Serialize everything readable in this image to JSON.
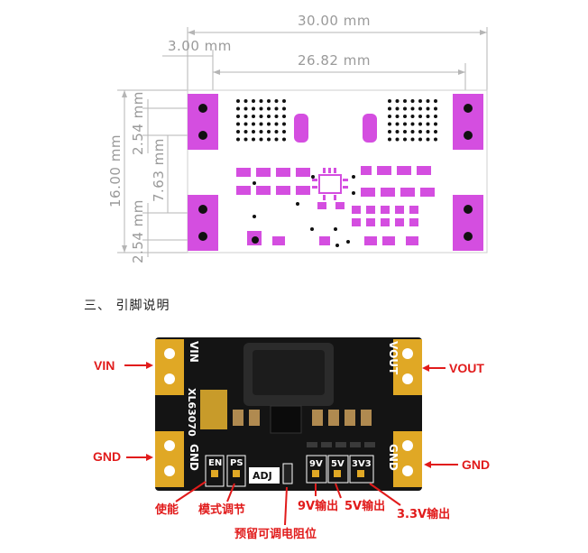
{
  "drawing": {
    "dim_total_width": "30.00 mm",
    "dim_offset": "3.00 mm",
    "dim_inner_width": "26.82 mm",
    "dim_height": "16.00 mm",
    "dim_pitch_top": "2.54 mm",
    "dim_mid": "7.63 mm",
    "dim_pitch_bottom": "2.54 mm"
  },
  "section": {
    "heading": "三、  引脚说明"
  },
  "board": {
    "silk_vin": "VIN",
    "silk_vout": "VOUT",
    "silk_gnd_left": "GND",
    "silk_gnd_right": "GND",
    "silk_chip": "XL63070",
    "silk_en": "EN",
    "silk_ps": "PS",
    "silk_adj": "ADJ",
    "silk_9v": "9V",
    "silk_5v": "5V",
    "silk_3v3": "3V3"
  },
  "callouts": {
    "vin": "VIN",
    "vout": "VOUT",
    "gnd_left": "GND",
    "gnd_right": "GND",
    "enable": "使能",
    "mode": "模式调节",
    "adj": "预留可调电阻位",
    "out_9v": "9V输出",
    "out_5v": "5V输出",
    "out_3v3": "3.3V输出"
  },
  "colors": {
    "pad_magenta": "#d44ee0",
    "callout_red": "#e11b1b",
    "pcb_black": "#111111",
    "gold_pad": "#e0a825"
  }
}
